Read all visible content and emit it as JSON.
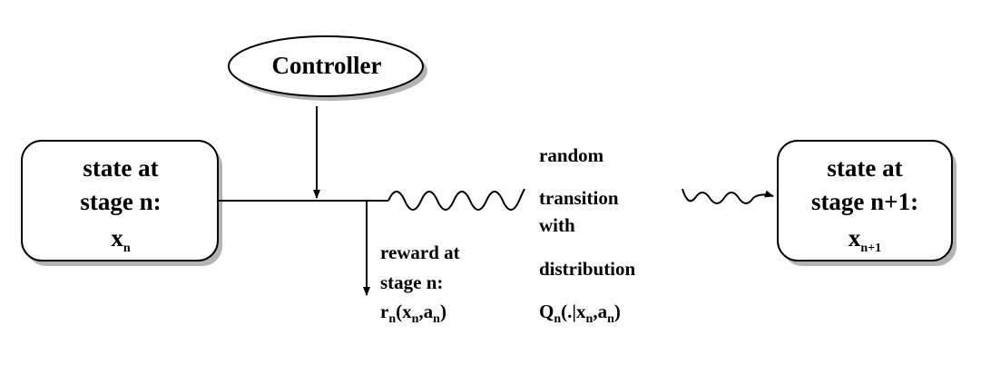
{
  "controller": {
    "label": "Controller"
  },
  "state_current": {
    "line1": "state at",
    "line2": "stage n:",
    "var": "x",
    "var_sub": "n"
  },
  "state_next": {
    "line1": "state at",
    "line2": "stage n+1:",
    "var": "x",
    "var_sub": "n+1"
  },
  "reward": {
    "line1": "reward at",
    "line2": "stage n:",
    "r": "r",
    "r_sub": "n",
    "open": "(x",
    "x_sub": "n",
    "comma": ",a",
    "a_sub": "n",
    "close": ")"
  },
  "transition": {
    "line1": "random",
    "line2": "transition",
    "line3": "with",
    "line4": "distribution",
    "q": "Q",
    "q_sub": "n",
    "open": "(.|x",
    "x_sub": "n",
    "comma": ",a",
    "a_sub": "n",
    "close": ")"
  }
}
